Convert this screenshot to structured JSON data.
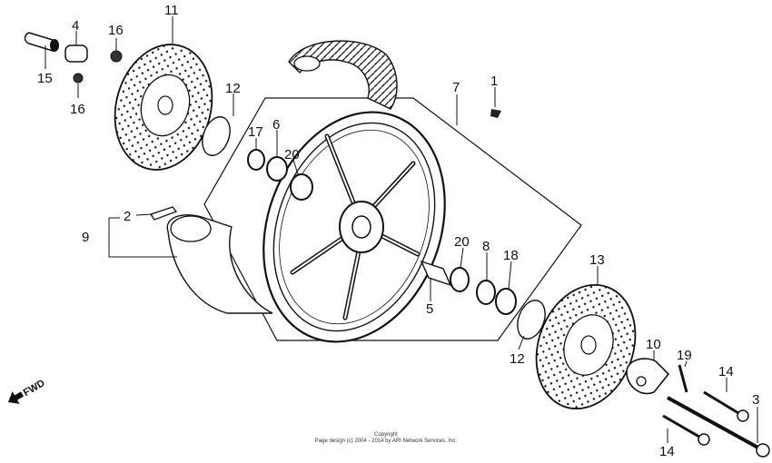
{
  "callouts": {
    "c1": "1",
    "c2": "2",
    "c3": "3",
    "c4": "4",
    "c5": "5",
    "c6": "6",
    "c7": "7",
    "c8": "8",
    "c9": "9",
    "c10": "10",
    "c11": "11",
    "c12a": "12",
    "c12b": "12",
    "c13": "13",
    "c14a": "14",
    "c14b": "14",
    "c15": "15",
    "c16a": "16",
    "c16b": "16",
    "c17": "17",
    "c18": "18",
    "c19": "19",
    "c20a": "20",
    "c20b": "20"
  },
  "fwd_label": "FWD",
  "copyright": {
    "line1": "Copyright",
    "line2": "Page design (c) 2004 - 2014 by ARI Network Services, Inc."
  },
  "colors": {
    "ink": "#111111",
    "paper": "#ffffff"
  }
}
